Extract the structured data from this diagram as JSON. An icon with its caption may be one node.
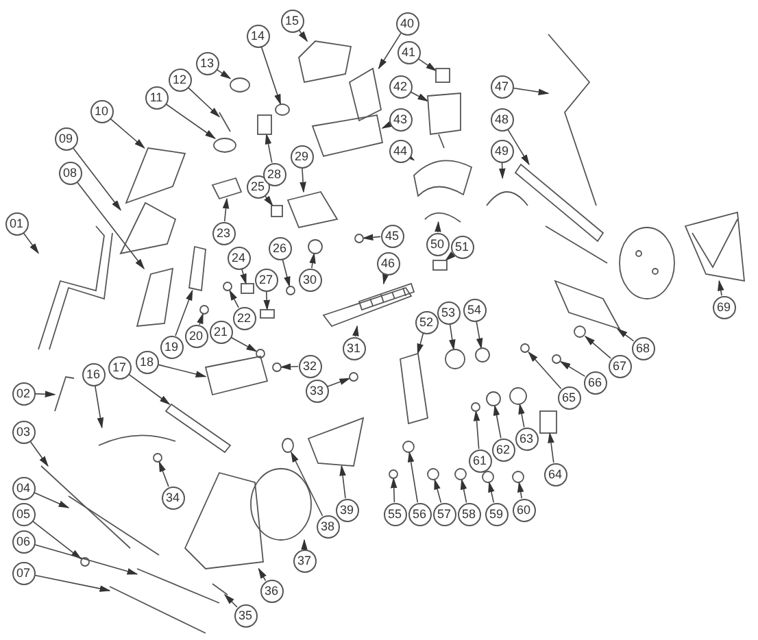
{
  "diagram": {
    "nodes": [
      {
        "text": [
          "01"
        ]
      },
      {
        "text": [
          "02"
        ]
      },
      {
        "text": [
          "03"
        ]
      },
      {
        "text": [
          "04"
        ]
      },
      {
        "text": [
          "05"
        ]
      },
      {
        "text": [
          "06"
        ]
      },
      {
        "text": [
          "07"
        ]
      },
      {
        "text": [
          "08"
        ]
      },
      {
        "text": [
          "09"
        ]
      },
      {
        "text": [
          "10"
        ]
      },
      {
        "text": [
          "11"
        ]
      },
      {
        "text": [
          "12"
        ]
      },
      {
        "text": [
          "13"
        ]
      },
      {
        "text": [
          "14"
        ]
      },
      {
        "text": [
          "15"
        ]
      },
      {
        "text": [
          "16"
        ]
      },
      {
        "text": [
          "17"
        ]
      },
      {
        "text": [
          "18"
        ]
      },
      {
        "text": [
          "19"
        ]
      },
      {
        "text": [
          "20"
        ]
      },
      {
        "text": [
          "21"
        ]
      },
      {
        "text": [
          "22"
        ]
      },
      {
        "text": [
          "23"
        ]
      },
      {
        "text": [
          "24"
        ]
      },
      {
        "text": [
          "25"
        ]
      },
      {
        "text": [
          "26"
        ]
      },
      {
        "text": [
          "27"
        ]
      },
      {
        "text": [
          "28"
        ]
      },
      {
        "text": [
          "29"
        ]
      },
      {
        "text": [
          "30"
        ]
      },
      {
        "text": [
          "31"
        ]
      },
      {
        "text": [
          "32"
        ]
      },
      {
        "text": [
          "33"
        ]
      },
      {
        "text": [
          "34"
        ]
      },
      {
        "text": [
          "35"
        ]
      },
      {
        "text": [
          "36"
        ]
      },
      {
        "text": [
          "37"
        ]
      },
      {
        "text": [
          "38"
        ]
      },
      {
        "text": [
          "39"
        ]
      },
      {
        "text": [
          "40"
        ]
      },
      {
        "text": [
          "41"
        ]
      },
      {
        "text": [
          "42"
        ]
      },
      {
        "text": [
          "43"
        ]
      },
      {
        "text": [
          "44"
        ]
      },
      {
        "text": [
          "45"
        ]
      },
      {
        "text": [
          "46"
        ]
      },
      {
        "text": [
          "47"
        ]
      },
      {
        "text": [
          "48"
        ]
      },
      {
        "text": [
          "49"
        ]
      },
      {
        "text": [
          "50"
        ]
      },
      {
        "text": [
          "51"
        ]
      },
      {
        "text": [
          "52"
        ]
      },
      {
        "text": [
          "53"
        ]
      },
      {
        "text": [
          "54"
        ]
      },
      {
        "text": [
          "55"
        ]
      },
      {
        "text": [
          "56"
        ]
      },
      {
        "text": [
          "57"
        ]
      },
      {
        "text": [
          "58"
        ]
      },
      {
        "text": [
          "59"
        ]
      },
      {
        "text": [
          "60"
        ]
      },
      {
        "text": [
          "61"
        ]
      },
      {
        "text": [
          "62"
        ]
      },
      {
        "text": [
          "63"
        ]
      },
      {
        "text": [
          "64"
        ]
      },
      {
        "text": [
          "65"
        ]
      },
      {
        "text": [
          "66"
        ]
      },
      {
        "text": [
          "67"
        ]
      },
      {
        "text": [
          "68"
        ]
      },
      {
        "text": [
          "69"
        ]
      },
      {
        "text": [],
        "shape": "picture"
      },
      {
        "text": [],
        "shape": "picture"
      },
      {
        "text": [],
        "shape": "picture"
      },
      {
        "text": [],
        "shape": "picture"
      },
      {
        "text": [],
        "shape": "circle"
      },
      {
        "text": [],
        "shape": "picture"
      },
      {
        "text": [],
        "shape": "picture"
      },
      {
        "text": [],
        "shape": "picture"
      },
      {
        "text": [],
        "shape": "picture"
      },
      {
        "text": [],
        "shape": "picture"
      },
      {
        "text": [],
        "shape": "circle"
      },
      {
        "text": [],
        "shape": "picture"
      },
      {
        "text": [],
        "shape": "circle"
      },
      {
        "text": [],
        "shape": "circle"
      },
      {
        "text": [],
        "shape": "picture"
      },
      {
        "text": [],
        "shape": "picture"
      },
      {
        "text": [],
        "shape": "picture"
      },
      {
        "text": [],
        "shape": "picture"
      },
      {
        "text": [],
        "shape": "picture"
      },
      {
        "text": [],
        "shape": "circle"
      },
      {
        "text": [],
        "shape": "circle"
      },
      {
        "text": [],
        "shape": "circle"
      },
      {
        "text": [],
        "shape": "picture"
      },
      {
        "text": [],
        "shape": "box"
      },
      {
        "text": [],
        "shape": "box"
      },
      {
        "text": [],
        "shape": "circle"
      },
      {
        "text": [],
        "shape": "box"
      },
      {
        "text": [],
        "shape": "box"
      },
      {
        "text": [],
        "shape": "picture"
      },
      {
        "text": [],
        "shape": "circle"
      },
      {
        "text": [],
        "shape": "picture"
      },
      {
        "text": [],
        "shape": "circle"
      },
      {
        "text": [],
        "shape": "circle"
      },
      {
        "text": [],
        "shape": "circle"
      },
      {
        "text": [],
        "shape": "picture"
      },
      {
        "text": [],
        "shape": "picture"
      },
      {
        "text": [],
        "shape": "circle"
      },
      {
        "text": [],
        "shape": "circle"
      },
      {
        "text": [],
        "shape": "picture"
      },
      {
        "text": [],
        "shape": "picture"
      },
      {
        "text": [],
        "shape": "box"
      },
      {
        "text": [],
        "shape": "picture"
      },
      {
        "text": [],
        "shape": "picture"
      },
      {
        "text": [],
        "shape": "picture"
      },
      {
        "text": [],
        "shape": "circle"
      },
      {
        "text": [],
        "shape": "picture"
      },
      {
        "text": [],
        "shape": "picture"
      },
      {
        "text": [],
        "shape": "picture"
      },
      {
        "text": [],
        "shape": "picture"
      },
      {
        "text": [],
        "shape": "picture"
      },
      {
        "text": [],
        "shape": "box"
      },
      {
        "text": [],
        "shape": "picture"
      },
      {
        "text": [],
        "shape": "circle"
      },
      {
        "text": [],
        "shape": "circle"
      },
      {
        "text": [],
        "shape": "circle"
      },
      {
        "text": [],
        "shape": "circle"
      },
      {
        "text": [],
        "shape": "circle"
      },
      {
        "text": [],
        "shape": "circle"
      },
      {
        "text": [],
        "shape": "circle"
      },
      {
        "text": [],
        "shape": "circle"
      },
      {
        "text": [],
        "shape": "circle"
      },
      {
        "text": [],
        "shape": "circle"
      },
      {
        "text": [],
        "shape": "circle"
      },
      {
        "text": [],
        "shape": "box"
      },
      {
        "text": [],
        "shape": "circle"
      },
      {
        "text": [],
        "shape": "circle"
      },
      {
        "text": [],
        "shape": "circle"
      },
      {
        "text": [],
        "shape": "picture"
      },
      {
        "text": [],
        "shape": "picture"
      }
    ],
    "edges": [
      {
        "from": 0,
        "to": 69,
        "arrow": "to"
      },
      {
        "from": 1,
        "to": 70,
        "arrow": "to"
      },
      {
        "from": 2,
        "to": 71,
        "arrow": "to"
      },
      {
        "from": 3,
        "to": 72,
        "arrow": "to"
      },
      {
        "from": 4,
        "to": 73,
        "arrow": "to"
      },
      {
        "from": 5,
        "to": 74,
        "arrow": "to"
      },
      {
        "from": 6,
        "to": 75,
        "arrow": "to"
      },
      {
        "from": 7,
        "to": 76,
        "arrow": "to"
      },
      {
        "from": 8,
        "to": 77,
        "arrow": "to"
      },
      {
        "from": 9,
        "to": 78,
        "arrow": "to"
      },
      {
        "from": 10,
        "to": 79,
        "arrow": "to"
      },
      {
        "from": 11,
        "to": 80,
        "arrow": "to"
      },
      {
        "from": 12,
        "to": 81,
        "arrow": "to"
      },
      {
        "from": 13,
        "to": 82,
        "arrow": "to"
      },
      {
        "from": 14,
        "to": 83,
        "arrow": "to"
      },
      {
        "from": 15,
        "to": 84,
        "arrow": "to"
      },
      {
        "from": 16,
        "to": 85,
        "arrow": "to"
      },
      {
        "from": 17,
        "to": 86,
        "arrow": "to"
      },
      {
        "from": 18,
        "to": 87,
        "arrow": "to"
      },
      {
        "from": 19,
        "to": 88,
        "arrow": "to"
      },
      {
        "from": 20,
        "to": 89,
        "arrow": "to"
      },
      {
        "from": 21,
        "to": 90,
        "arrow": "to"
      },
      {
        "from": 22,
        "to": 91,
        "arrow": "to"
      },
      {
        "from": 23,
        "to": 92,
        "arrow": "to"
      },
      {
        "from": 24,
        "to": 93,
        "arrow": "to"
      },
      {
        "from": 25,
        "to": 94,
        "arrow": "to"
      },
      {
        "from": 26,
        "to": 95,
        "arrow": "to"
      },
      {
        "from": 27,
        "to": 96,
        "arrow": "to"
      },
      {
        "from": 28,
        "to": 97,
        "arrow": "to"
      },
      {
        "from": 29,
        "to": 98,
        "arrow": "to"
      },
      {
        "from": 30,
        "to": 99,
        "arrow": "to"
      },
      {
        "from": 31,
        "to": 100,
        "arrow": "to"
      },
      {
        "from": 32,
        "to": 101,
        "arrow": "to"
      },
      {
        "from": 33,
        "to": 102,
        "arrow": "to"
      },
      {
        "from": 34,
        "to": 103,
        "arrow": "to"
      },
      {
        "from": 35,
        "to": 104,
        "arrow": "to"
      },
      {
        "from": 36,
        "to": 105,
        "arrow": "to"
      },
      {
        "from": 37,
        "to": 106,
        "arrow": "to"
      },
      {
        "from": 38,
        "to": 107,
        "arrow": "to"
      },
      {
        "from": 39,
        "to": 108,
        "arrow": "to"
      },
      {
        "from": 40,
        "to": 109,
        "arrow": "to"
      },
      {
        "from": 41,
        "to": 110,
        "arrow": "to"
      },
      {
        "from": 42,
        "to": 111,
        "arrow": "to"
      },
      {
        "from": 43,
        "to": 112,
        "arrow": "to"
      },
      {
        "from": 44,
        "to": 113,
        "arrow": "to"
      },
      {
        "from": 45,
        "to": 114,
        "arrow": "to"
      },
      {
        "from": 46,
        "to": 115,
        "arrow": "to"
      },
      {
        "from": 47,
        "to": 116,
        "arrow": "to"
      },
      {
        "from": 48,
        "to": 117,
        "arrow": "to"
      },
      {
        "from": 49,
        "to": 118,
        "arrow": "to"
      },
      {
        "from": 50,
        "to": 119,
        "arrow": "to"
      },
      {
        "from": 51,
        "to": 120,
        "arrow": "to"
      },
      {
        "from": 52,
        "to": 121,
        "arrow": "to"
      },
      {
        "from": 53,
        "to": 122,
        "arrow": "to"
      },
      {
        "from": 54,
        "to": 123,
        "arrow": "to"
      },
      {
        "from": 55,
        "to": 124,
        "arrow": "to"
      },
      {
        "from": 56,
        "to": 125,
        "arrow": "to"
      },
      {
        "from": 57,
        "to": 126,
        "arrow": "to"
      },
      {
        "from": 58,
        "to": 127,
        "arrow": "to"
      },
      {
        "from": 59,
        "to": 128,
        "arrow": "to"
      },
      {
        "from": 60,
        "to": 129,
        "arrow": "to"
      },
      {
        "from": 61,
        "to": 130,
        "arrow": "to"
      },
      {
        "from": 62,
        "to": 131,
        "arrow": "to"
      },
      {
        "from": 63,
        "to": 132,
        "arrow": "to"
      },
      {
        "from": 64,
        "to": 133,
        "arrow": "to"
      },
      {
        "from": 65,
        "to": 134,
        "arrow": "to"
      },
      {
        "from": 66,
        "to": 135,
        "arrow": "to"
      },
      {
        "from": 67,
        "to": 136,
        "arrow": "to"
      },
      {
        "from": 68,
        "to": 137,
        "arrow": "to"
      }
    ]
  }
}
